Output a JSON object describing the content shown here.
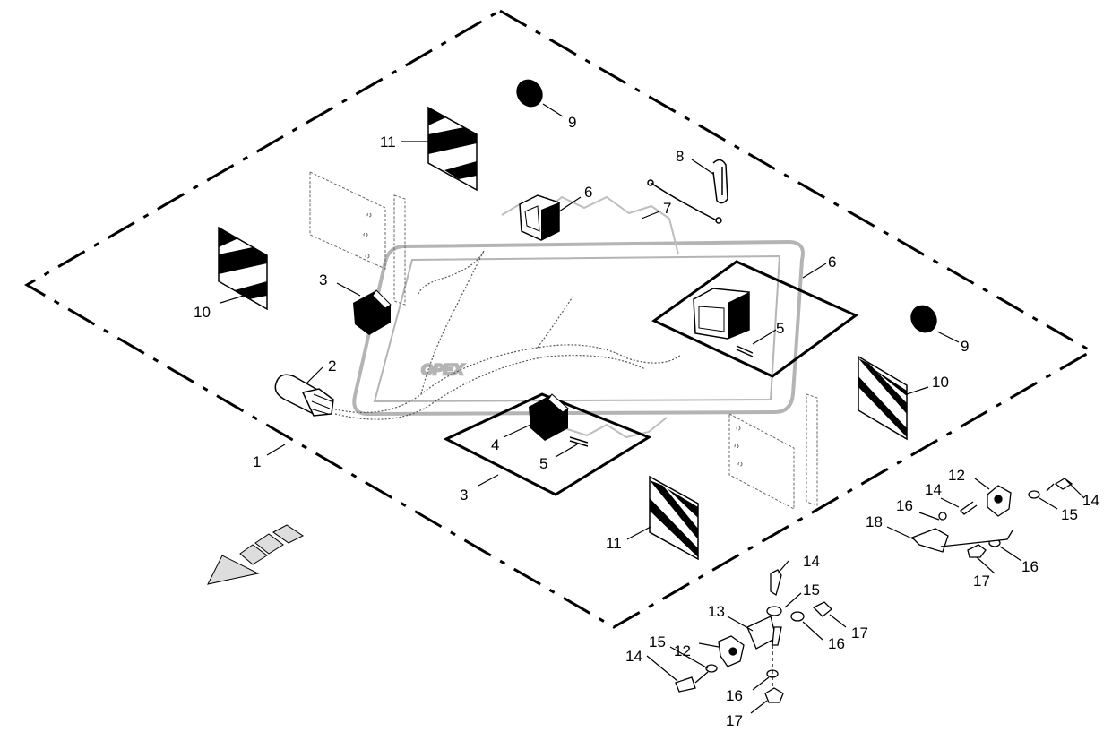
{
  "diagram": {
    "watermark": "OPEX",
    "callouts": [
      {
        "id": "c1",
        "text": "1"
      },
      {
        "id": "c2",
        "text": "2"
      },
      {
        "id": "c3a",
        "text": "3"
      },
      {
        "id": "c3b",
        "text": "3"
      },
      {
        "id": "c4",
        "text": "4"
      },
      {
        "id": "c5a",
        "text": "5"
      },
      {
        "id": "c5b",
        "text": "5"
      },
      {
        "id": "c6a",
        "text": "6"
      },
      {
        "id": "c6b",
        "text": "6"
      },
      {
        "id": "c7",
        "text": "7"
      },
      {
        "id": "c8",
        "text": "8"
      },
      {
        "id": "c9a",
        "text": "9"
      },
      {
        "id": "c9b",
        "text": "9"
      },
      {
        "id": "c10a",
        "text": "10"
      },
      {
        "id": "c10b",
        "text": "10"
      },
      {
        "id": "c11a",
        "text": "11"
      },
      {
        "id": "c11b",
        "text": "11"
      },
      {
        "id": "c12a",
        "text": "12"
      },
      {
        "id": "c12b",
        "text": "12"
      },
      {
        "id": "c13",
        "text": "13"
      },
      {
        "id": "c14a",
        "text": "14"
      },
      {
        "id": "c14b",
        "text": "14"
      },
      {
        "id": "c14c",
        "text": "14"
      },
      {
        "id": "c14d",
        "text": "14"
      },
      {
        "id": "c15a",
        "text": "15"
      },
      {
        "id": "c15b",
        "text": "15"
      },
      {
        "id": "c15c",
        "text": "15"
      },
      {
        "id": "c16a",
        "text": "16"
      },
      {
        "id": "c16b",
        "text": "16"
      },
      {
        "id": "c16c",
        "text": "16"
      },
      {
        "id": "c16d",
        "text": "16"
      },
      {
        "id": "c17a",
        "text": "17"
      },
      {
        "id": "c17b",
        "text": "17"
      },
      {
        "id": "c17c",
        "text": "17"
      },
      {
        "id": "c18",
        "text": "18"
      }
    ]
  }
}
